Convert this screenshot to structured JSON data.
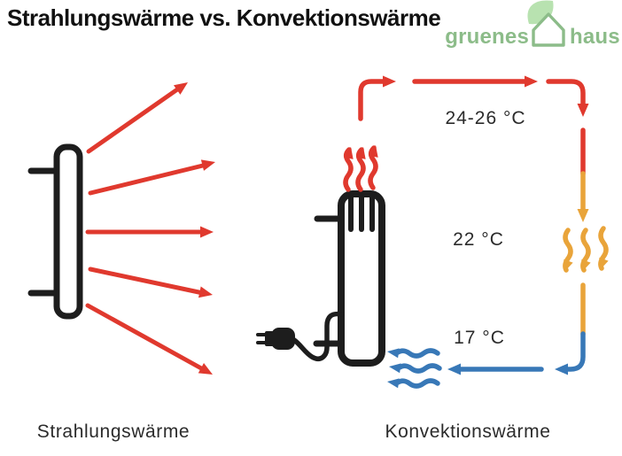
{
  "title": "Strahlungswärme vs. Konvektionswärme",
  "logo": {
    "word_left": "gruenes",
    "word_right": "haus"
  },
  "left_panel": {
    "label": "Strahlungswärme",
    "radiant_arrow_count": 5
  },
  "right_panel": {
    "label": "Konvektionswärme",
    "temperatures": [
      {
        "zone": "ceiling",
        "value": "24-26 °C"
      },
      {
        "zone": "room",
        "value": "22 °C"
      },
      {
        "zone": "floor",
        "value": "17 °C"
      }
    ]
  },
  "colors": {
    "red": "#e0392e",
    "orange": "#e9a43a",
    "blue": "#3878b7",
    "ink": "#1d1d1d",
    "text": "#2b2b2b",
    "title": "#111111",
    "logo_green": "#8cbc89",
    "leaf_green": "#b8e2b0",
    "background": "#ffffff"
  }
}
